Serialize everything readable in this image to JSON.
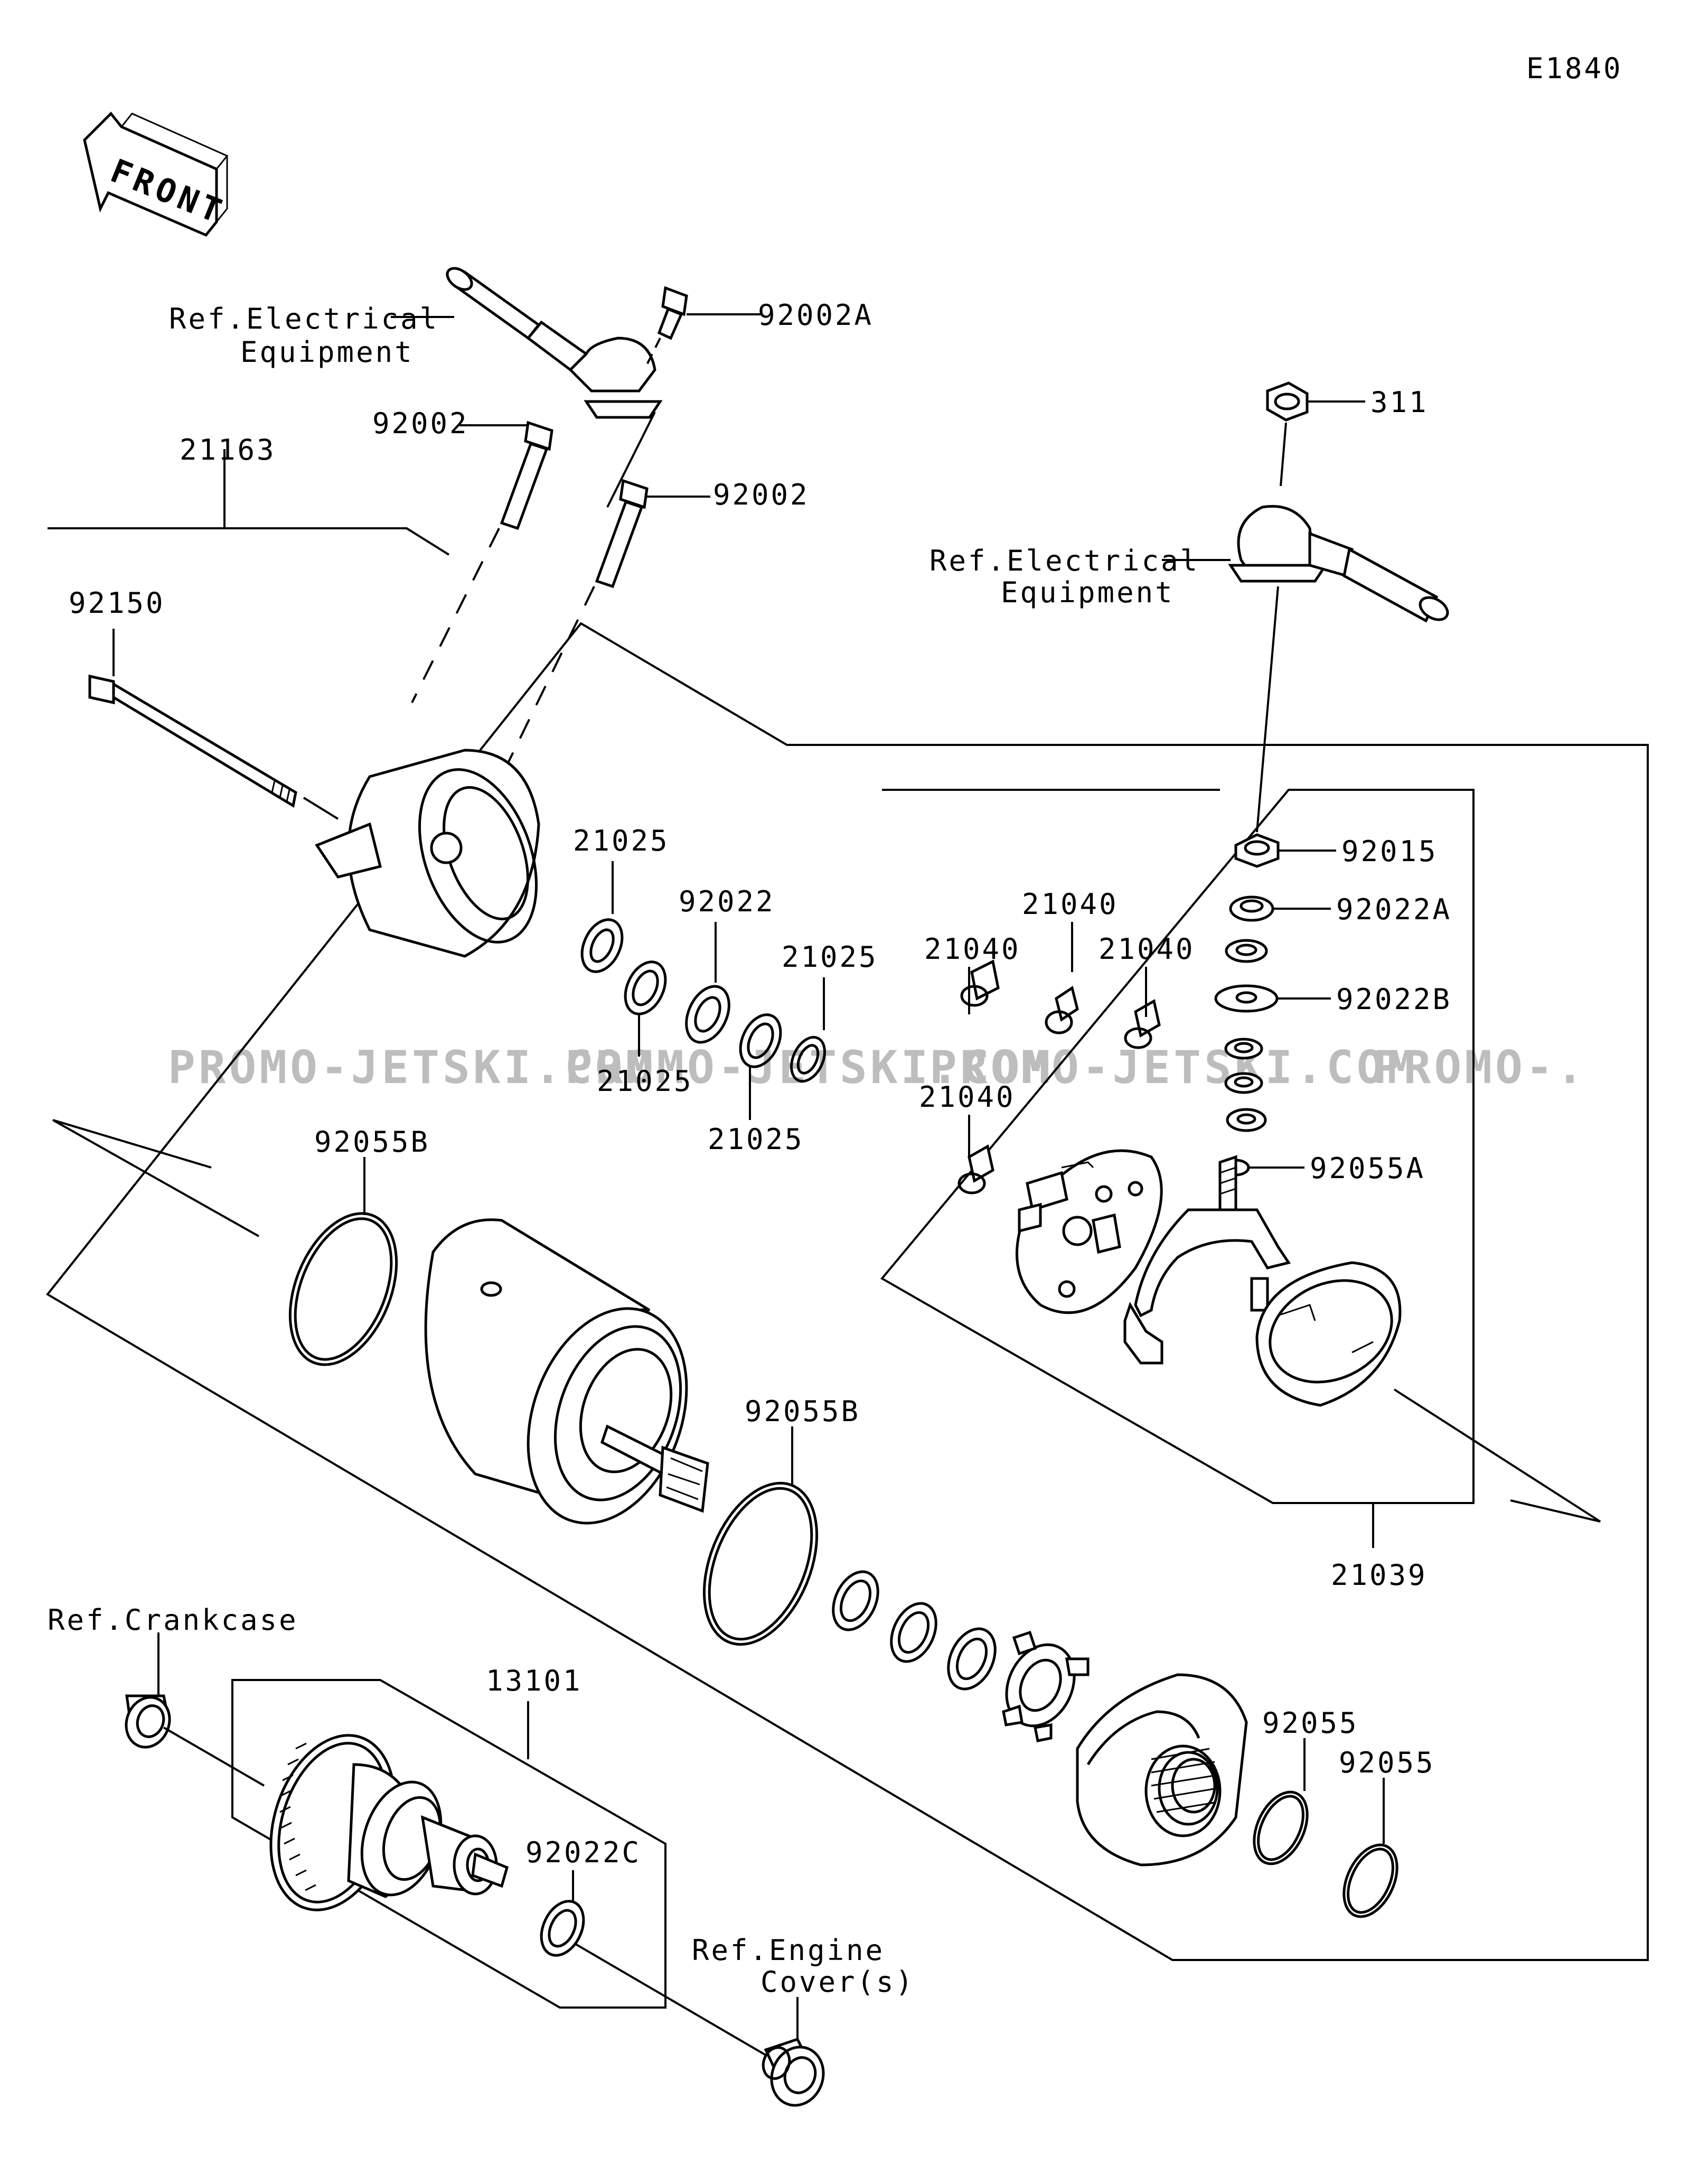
{
  "diagram_code": "E1840",
  "front_label": "FRONT",
  "watermark": "PROMO-JETSKI.COM",
  "watermark_partial": "PROMO-.",
  "labels": {
    "p92002A": "92002A",
    "p92002_1": "92002",
    "p92002_2": "92002",
    "p21163": "21163",
    "p92150": "92150",
    "p311": "311",
    "p21025_1": "21025",
    "p21025_2": "21025",
    "p21025_3": "21025",
    "p21025_4": "21025",
    "p92022": "92022",
    "p92015": "92015",
    "p92022A": "92022A",
    "p92022B": "92022B",
    "p92055A": "92055A",
    "p21040_1": "21040",
    "p21040_2": "21040",
    "p21040_3": "21040",
    "p21040_4": "21040",
    "p92055B_1": "92055B",
    "p92055B_2": "92055B",
    "p21039": "21039",
    "p13101": "13101",
    "p92022C": "92022C",
    "p92055_1": "92055",
    "p92055_2": "92055"
  },
  "refs": {
    "ref_elec_1a": "Ref.Electrical",
    "ref_elec_1b": "Equipment",
    "ref_elec_2a": "Ref.Electrical",
    "ref_elec_2b": "Equipment",
    "ref_crankcase": "Ref.Crankcase",
    "ref_engine_a": "Ref.Engine",
    "ref_engine_b": "Cover(s)"
  }
}
